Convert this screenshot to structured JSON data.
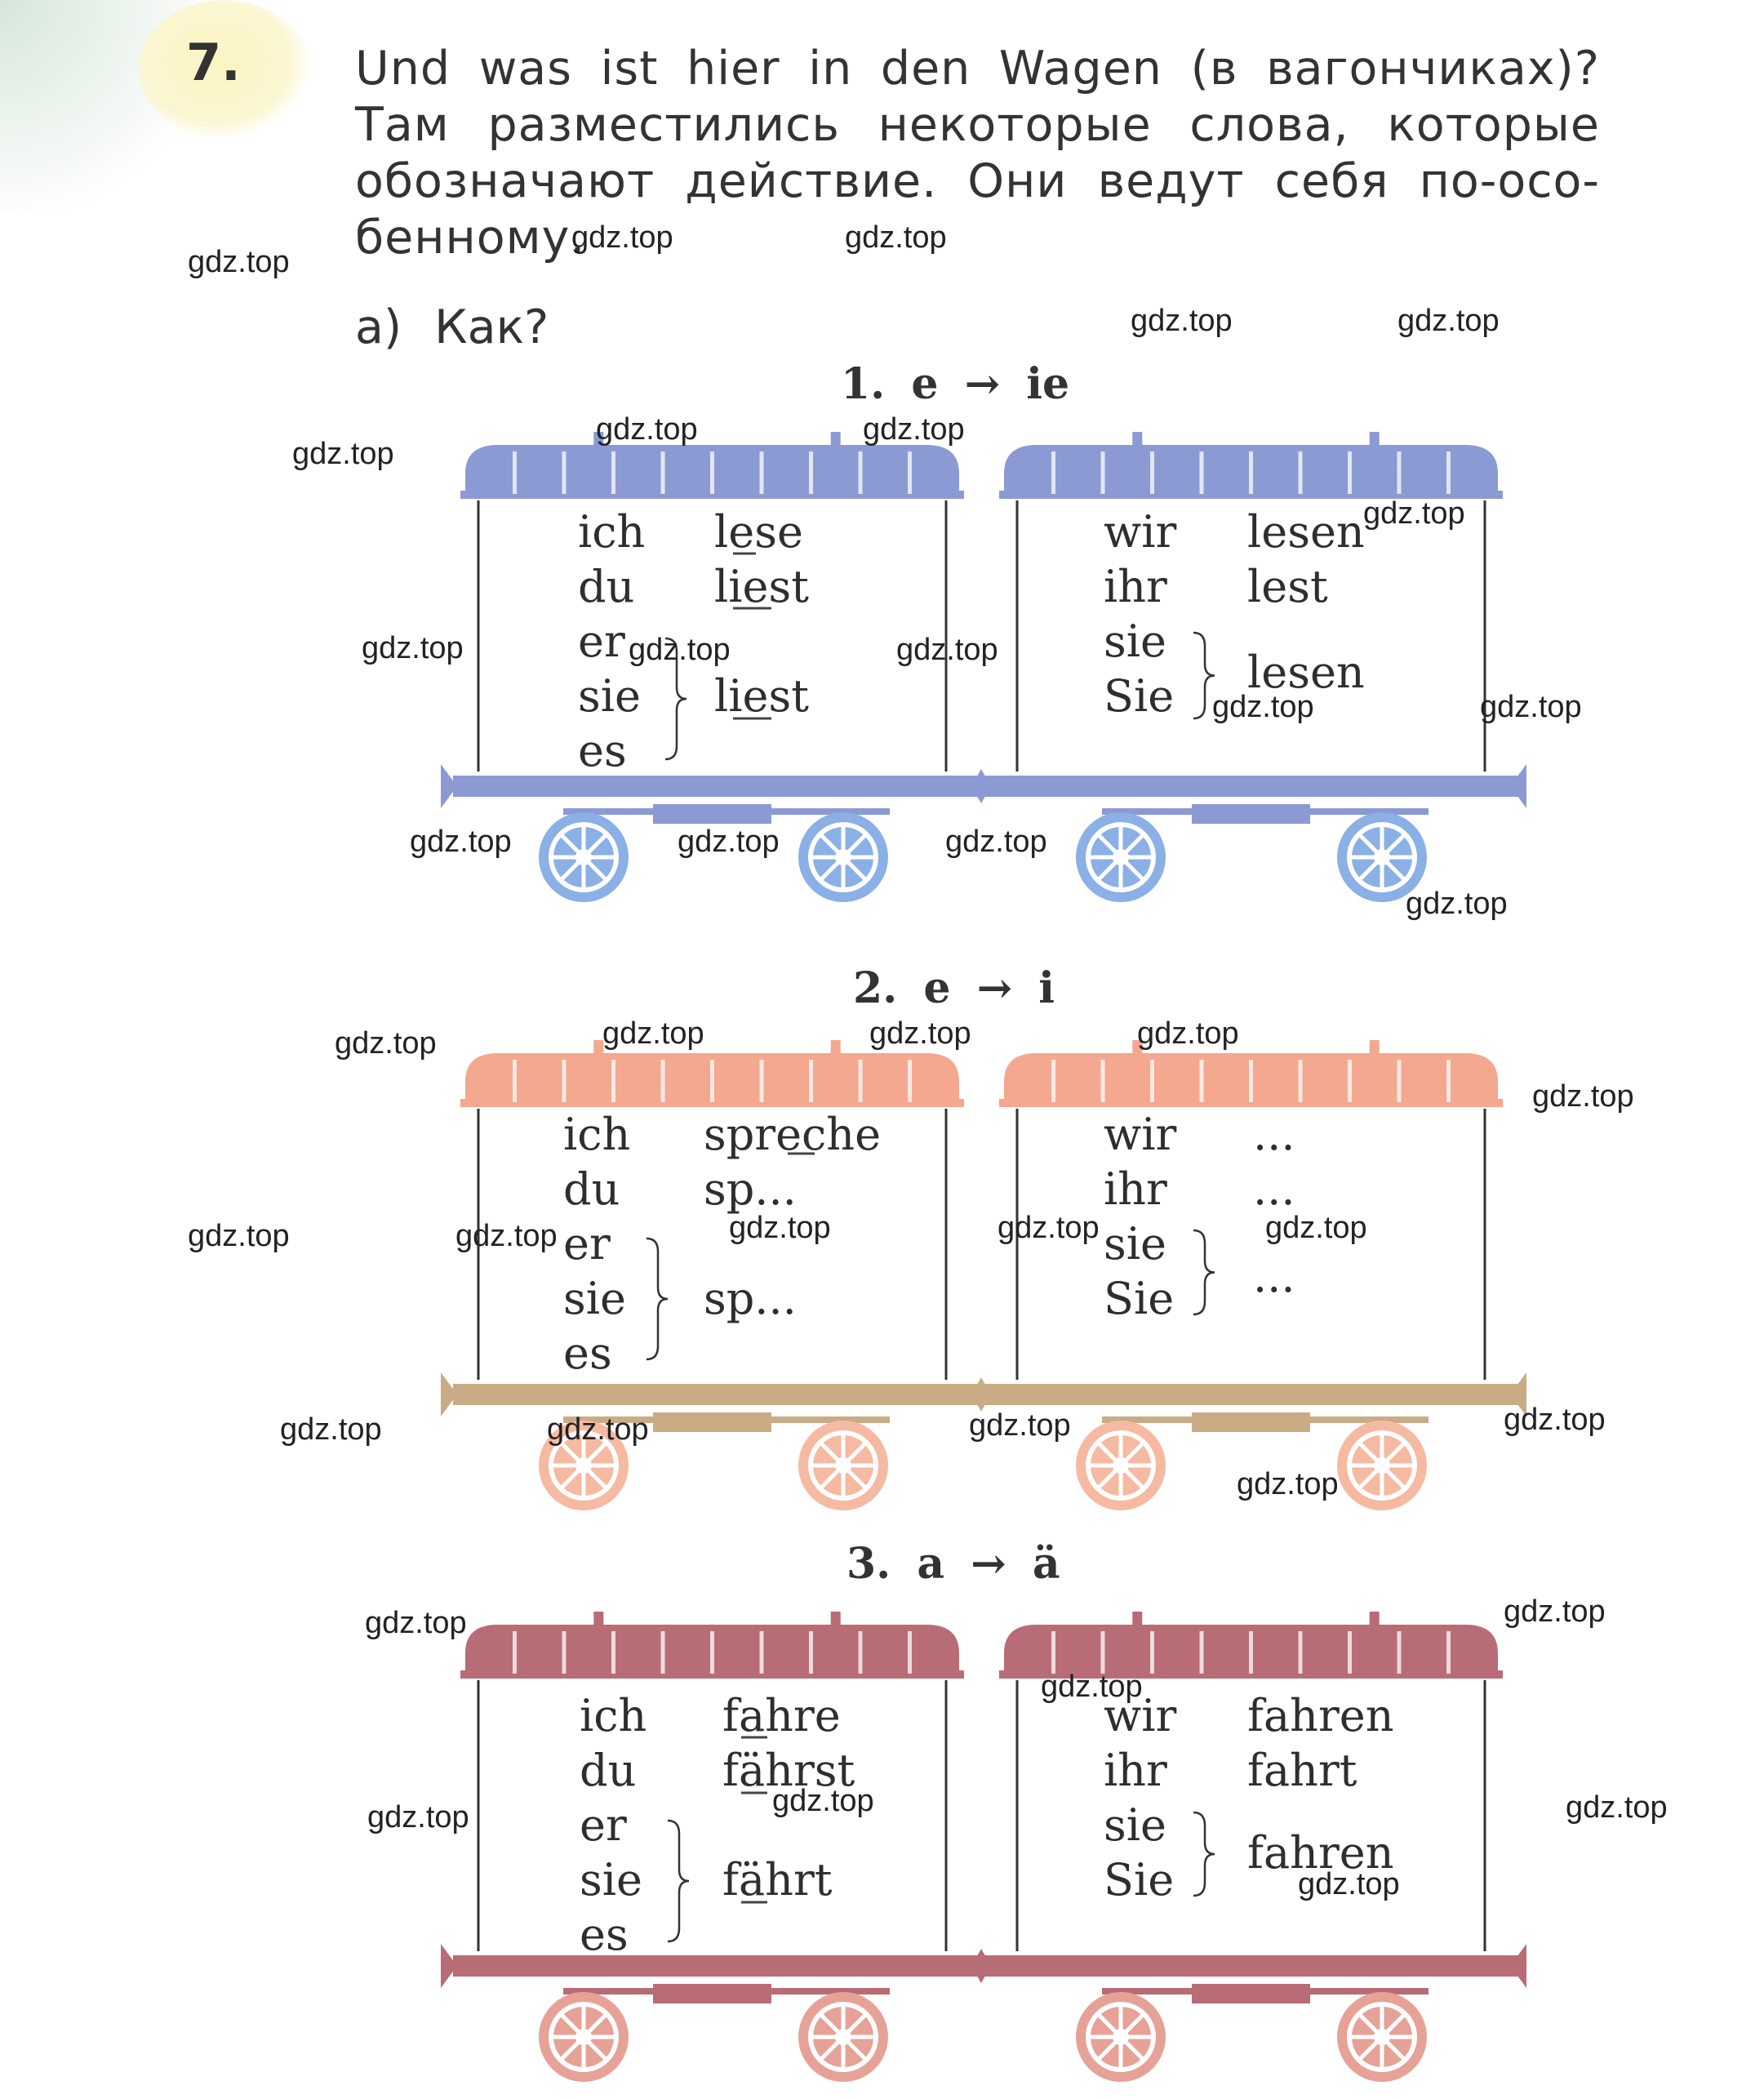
{
  "exercise": {
    "number": "7.",
    "intro_lines": [
      "Und  was  ist  hier  in  den  Wagen  (в  вагончиках)?",
      "Там  разместились  некоторые  слова,  которые",
      "обозначают  действие.  Они  ведут  себя  по-осо-",
      "бенному."
    ],
    "sub_label": "а)",
    "sub_question": "Как?"
  },
  "sections": [
    {
      "title": "1.  e  →  ie",
      "colors": {
        "roof": "#8b9ad3",
        "base": "#8b9ad3",
        "wheel": "#8ab0e6"
      },
      "left": {
        "pronouns": [
          "ich",
          "du",
          "er",
          "sie",
          "es"
        ],
        "verbs": [
          "lese",
          "liest",
          "liest"
        ]
      },
      "right": {
        "pronouns": [
          "wir",
          "ihr",
          "sie",
          "Sie"
        ],
        "verbs": [
          "lesen",
          "lest",
          "lesen"
        ]
      }
    },
    {
      "title": "2.  e  →  i",
      "colors": {
        "roof": "#f3a88f",
        "base": "#c9ac86",
        "wheel": "#f6b9a1"
      },
      "left": {
        "pronouns": [
          "ich",
          "du",
          "er",
          "sie",
          "es"
        ],
        "verbs": [
          "spreche",
          "sp...",
          "sp..."
        ]
      },
      "right": {
        "pronouns": [
          "wir",
          "ihr",
          "sie",
          "Sie"
        ],
        "verbs": [
          "...",
          "...",
          "..."
        ]
      }
    },
    {
      "title": "3.  a  →  ä",
      "colors": {
        "roof": "#b86c75",
        "base": "#b86c75",
        "wheel": "#e6a297"
      },
      "left": {
        "pronouns": [
          "ich",
          "du",
          "er",
          "sie",
          "es"
        ],
        "verbs": [
          "fahre",
          "fährst",
          "fährt"
        ]
      },
      "right": {
        "pronouns": [
          "wir",
          "ihr",
          "sie",
          "Sie"
        ],
        "verbs": [
          "fahren",
          "fahrt",
          "fahren"
        ]
      }
    }
  ],
  "watermark": "gdz.top"
}
